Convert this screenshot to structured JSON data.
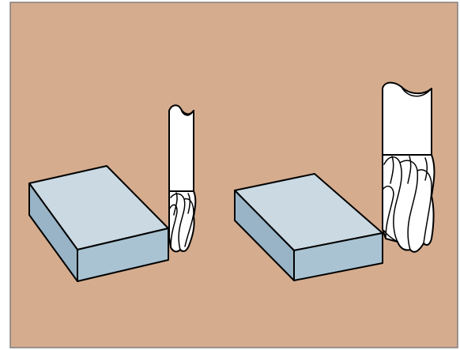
{
  "colors": {
    "background": "#D5AC8E",
    "frame": "#7F7F7F",
    "block_top": "#CAD9E2",
    "block_front": "#A9C3D2",
    "block_side": "#98B4C6",
    "tool_body": "#FFFFFF",
    "outline": "#000000"
  },
  "illustrations": [
    {
      "id": "short-flute-end-mill",
      "workpiece": "block",
      "tool": "end-mill",
      "flute_length": "short"
    },
    {
      "id": "long-flute-end-mill",
      "workpiece": "block",
      "tool": "end-mill",
      "flute_length": "long"
    }
  ]
}
